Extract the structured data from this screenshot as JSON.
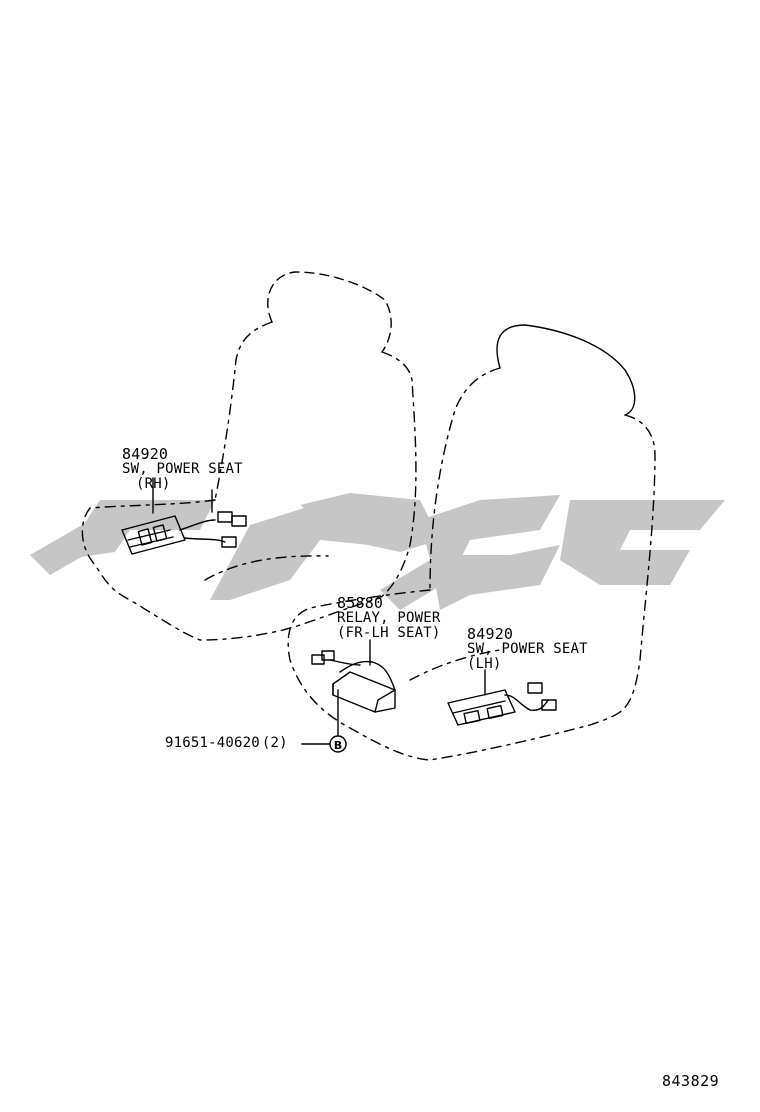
{
  "parts": [
    {
      "part_number": "84920",
      "line1": "SW, POWER SEAT",
      "line2": "(RH)"
    },
    {
      "part_number": "85880",
      "line1": "RELAY, POWER",
      "line2": "(FR-LH SEAT)"
    },
    {
      "part_number": "84920",
      "line1": "SW, POWER SEAT",
      "line2": "(LH)"
    }
  ],
  "fastener": {
    "part_number": "91651-40620",
    "quantity": "(2)",
    "marker": "B"
  },
  "reference_code": "843829",
  "watermark": {
    "description": "Arabic-script logo watermark",
    "color": "#c8c8c8"
  }
}
